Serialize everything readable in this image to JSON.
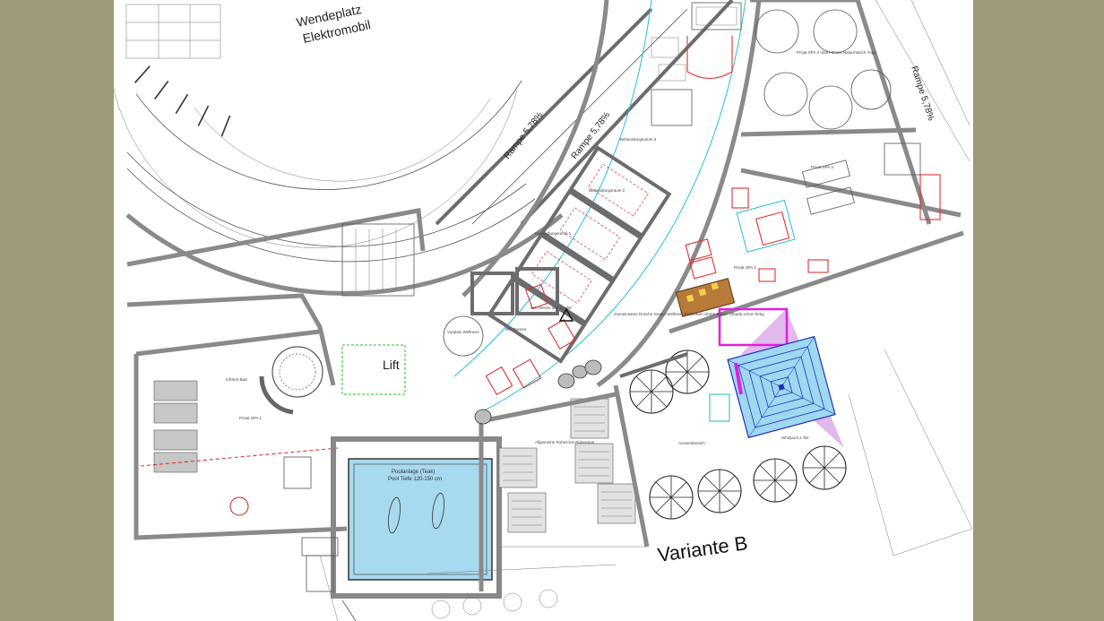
{
  "page": {
    "background_color": "#9c9a78",
    "sheet_color": "#ffffff"
  },
  "labels": {
    "wendeplatz_line1": "Wendeplatz",
    "wendeplatz_line2": "Elektromobil",
    "rampe_left": "Rampe 5,78%",
    "rampe_mid": "Rampe 5,78%",
    "rampe_right": "Rampe 5,78%",
    "lift": "Lift",
    "variante": "Variante B",
    "behandlungsraum_1": "Behandlungsraum 1",
    "behandlungsraum_2": "Behandlungsraum 2",
    "behandlungsraum_3": "Behandlungsraum 3",
    "wc_damen": "WC Damen",
    "wc_herren": "WC Herren und Invalid",
    "vorplatz": "Vorplatz Wellness",
    "privat_spa_1": "Privat SPA 1",
    "privat_spa_2": "Privat SPA 2",
    "privat_spa_3": "Privat SPA 3",
    "privat_spa_4": "Privat SPA 4 Vital Fitness Naturmatsch Yoga",
    "infrarot_bad": "Infrarot Bad",
    "privat_spa_left": "Privat SPA 1",
    "aussenbereich": "Aussenbereich",
    "whirlpool": "Whirlpool 2 Teil",
    "pool_line1": "Poolanlage (Teak)",
    "pool_line2": "Pool Tiefe 120-150 cm",
    "allgemeine_ruhezone": "Allgemeine Ruhezone Ruheraum",
    "gemeinsame_note": "Gemeinsame Dusche Gegen Wellness Ruheraum Uhren Baden Ölbade schon fertig"
  }
}
